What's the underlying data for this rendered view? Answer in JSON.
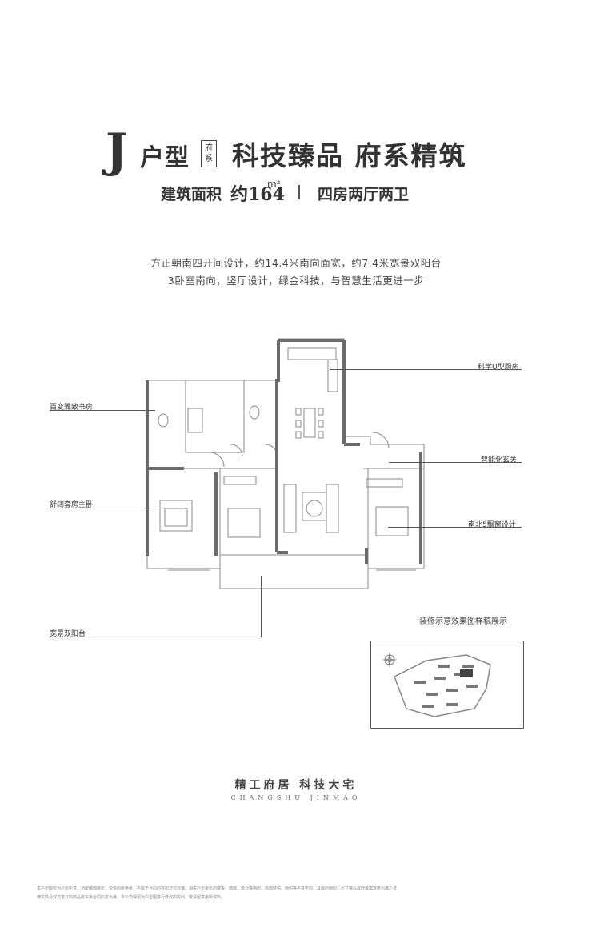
{
  "header": {
    "type_letter": "J",
    "type_suffix": "户型",
    "badge": "府系",
    "slogan": "科技臻品 府系精筑",
    "area_label": "建筑面积",
    "area_value": "约164",
    "area_unit": "m²",
    "rooms": "四房两厅两卫"
  },
  "description": {
    "line1": "方正朝南四开间设计，约14.4米南向面宽，约7.4米宽景双阳台",
    "line2": "3卧室南向，竖厅设计，绿金科技，与智慧生活更进一步"
  },
  "callouts": {
    "kitchen": "科学U型厨房",
    "study": "百变雅致书房",
    "entrance": "智能化玄关",
    "master": "舒阔套房主卧",
    "bay_window": "南北5飘窗设计",
    "balcony": "宽景双阳台"
  },
  "note": "装修示意效果图样稿展示",
  "footer": {
    "slogan": "精工府居  科技大宅",
    "brand": "CHANGSHU JINMAO",
    "disclaimer_line1": "本户型图仅为户型示意，功能细部展示，仅供购房参考，不属于合同内容和交付标准。相关户型单位的楼板、墙体、单元等面积、局部结构、面积等不变不同，具体的面积、尺寸等以政府备案数据为准之法",
    "disclaimer_line2": "律文件及双方签订的商品房买卖合同约定为准。本公司保留对户型图进行修改的权利，敬请留意最新资料。"
  },
  "colors": {
    "wall": "#6b6b6b",
    "text": "#333333",
    "line": "#555555"
  }
}
